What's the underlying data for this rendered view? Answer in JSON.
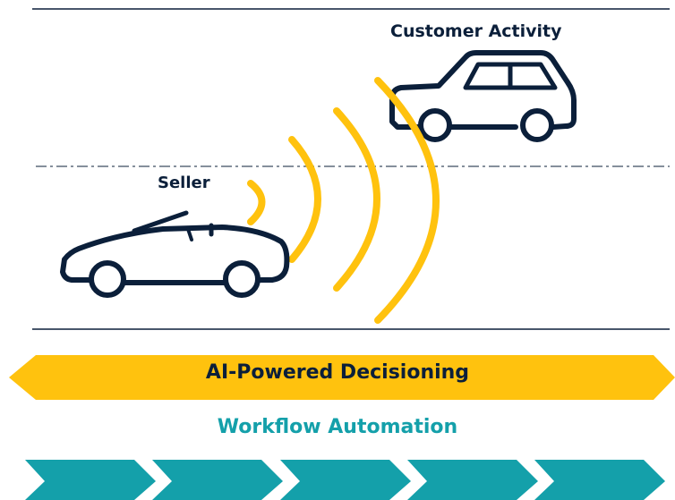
{
  "labels": {
    "customer": "Customer Activity",
    "seller": "Seller",
    "ai_banner": "AI-Powered Decisioning",
    "workflow": "Workflow Automation"
  },
  "colors": {
    "navy": "#0b1f3a",
    "gold": "#ffc20e",
    "teal": "#14a0aa"
  },
  "icons": {
    "customer_vehicle": "sedan-car-icon",
    "seller_vehicle": "convertible-car-icon",
    "signal": "signal-waves-icon"
  },
  "workflow_steps": 5
}
